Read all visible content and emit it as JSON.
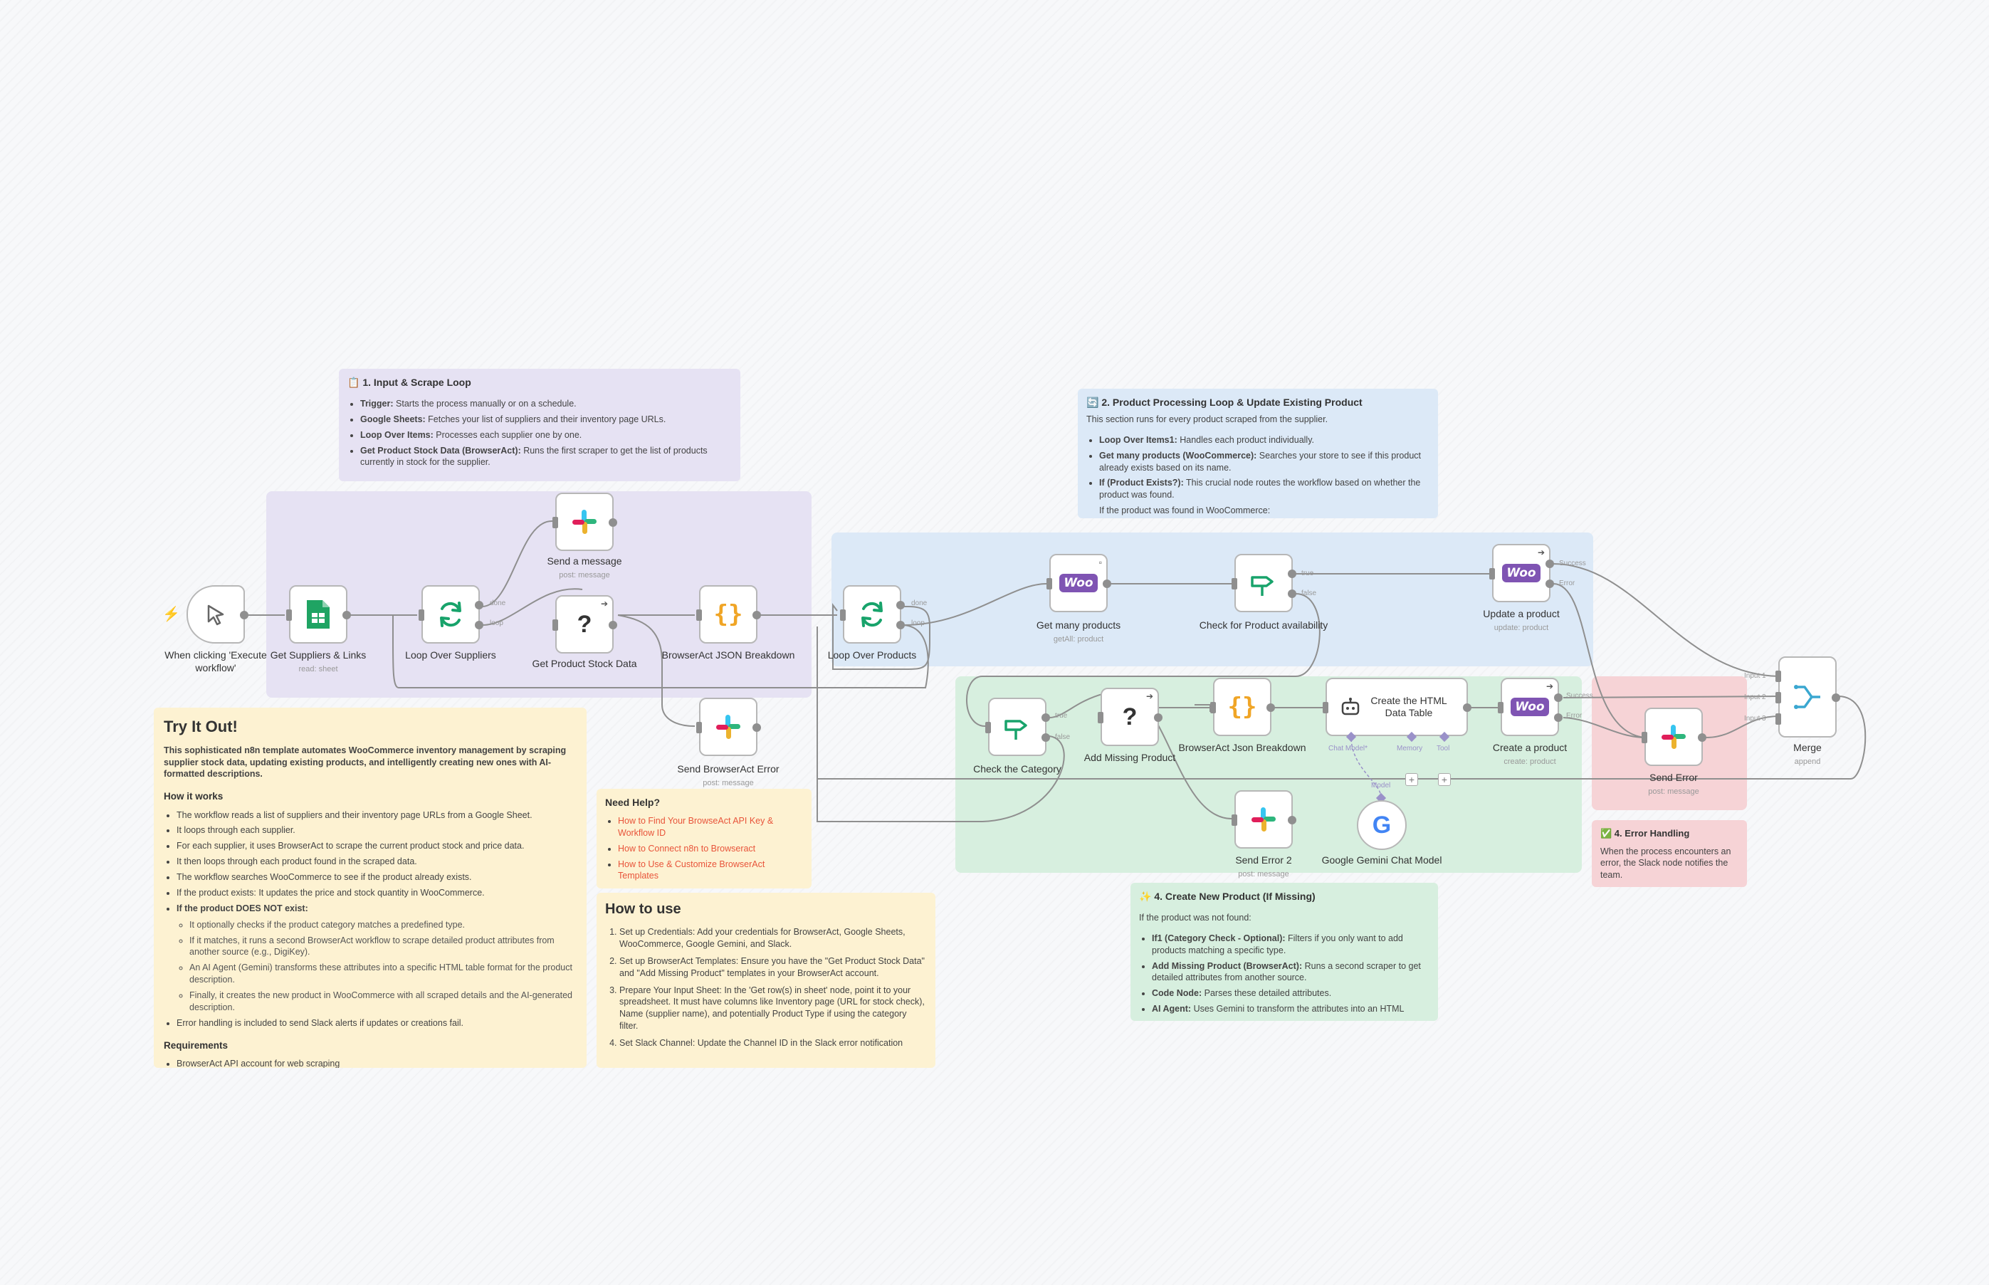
{
  "notes": {
    "input": {
      "title": "📋 1. Input & Scrape Loop",
      "items": [
        {
          "b": "Trigger:",
          "t": " Starts the process manually or on a schedule."
        },
        {
          "b": "Google Sheets:",
          "t": " Fetches your list of suppliers and their inventory page URLs."
        },
        {
          "b": "Loop Over Items:",
          "t": " Processes each supplier one by one."
        },
        {
          "b": "Get Product Stock Data (BrowserAct):",
          "t": " Runs the first scraper to get the list of products currently in stock for the supplier."
        }
      ]
    },
    "processing": {
      "title": "🔄 2. Product Processing Loop & Update Existing Product",
      "intro": "This section runs for every product scraped from the supplier.",
      "items": [
        {
          "b": "Loop Over Items1:",
          "t": " Handles each product individually."
        },
        {
          "b": "Get many products (WooCommerce):",
          "t": " Searches your store to see if this product already exists based on its name."
        },
        {
          "b": "If (Product Exists?):",
          "t": " This crucial node routes the workflow based on whether the product was found."
        }
      ],
      "tail": "If the product was found in WooCommerce:"
    },
    "try": {
      "title": "Try It Out!",
      "intro": "This sophisticated n8n template automates WooCommerce inventory management by scraping supplier stock data, updating existing products, and intelligently creating new ones with AI-formatted descriptions.",
      "how_title": "How it works",
      "how": [
        "The workflow reads a list of suppliers and their inventory page URLs from a Google Sheet.",
        "It loops through each supplier.",
        "For each supplier, it uses BrowserAct to scrape the current product stock and price data.",
        "It then loops through each product found in the scraped data.",
        "The workflow searches WooCommerce to see if the product already exists.",
        "If the product exists: It updates the price and stock quantity in WooCommerce.",
        "If the product DOES NOT exist:"
      ],
      "how_sub": [
        "It optionally checks if the product category matches a predefined type.",
        "If it matches, it runs a second BrowserAct workflow to scrape detailed product attributes from another source (e.g., DigiKey).",
        "An AI Agent (Gemini) transforms these attributes into a specific HTML table format for the product description.",
        "Finally, it creates the new product in WooCommerce with all scraped details and the AI-generated description."
      ],
      "how_last": "Error handling is included to send Slack alerts if updates or creations fail.",
      "req_title": "Requirements",
      "req": [
        "BrowserAct API account for web scraping"
      ]
    },
    "help": {
      "title": "Need Help?",
      "links": [
        "How to Find Your BrowseAct API Key & Workflow ID",
        "How to Connect n8n to Browseract",
        "How to Use & Customize BrowserAct Templates"
      ]
    },
    "howto": {
      "title": "How to use",
      "steps": [
        "Set up Credentials: Add your credentials for BrowserAct, Google Sheets, WooCommerce, Google Gemini, and Slack.",
        "Set up BrowserAct Templates: Ensure you have the \"Get Product Stock Data\" and \"Add Missing Product\" templates in your BrowserAct account.",
        "Prepare Your Input Sheet: In the 'Get row(s) in sheet' node, point it to your spreadsheet. It must have columns like Inventory page (URL for stock check), Name (supplier name), and potentially Product Type if using the category filter.",
        "Set Slack Channel: Update the Channel ID in the Slack error notification"
      ]
    },
    "create": {
      "title": "✨ 4. Create New Product (If Missing)",
      "intro": "If the product was not found:",
      "items": [
        {
          "b": "If1 (Category Check - Optional):",
          "t": " Filters if you only want to add products matching a specific type."
        },
        {
          "b": "Add Missing Product (BrowserAct):",
          "t": " Runs a second scraper to get detailed attributes from another source."
        },
        {
          "b": "Code Node:",
          "t": " Parses these detailed attributes."
        },
        {
          "b": "AI Agent:",
          "t": " Uses Gemini to transform the attributes into an HTML"
        }
      ]
    },
    "error": {
      "title": "✅ 4. Error Handling",
      "text": "When the process encounters an error, the Slack node notifies the team."
    }
  },
  "nodes": {
    "trigger": {
      "label": "When clicking 'Execute workflow'"
    },
    "sheets": {
      "label": "Get Suppliers & Links",
      "sub": "read: sheet"
    },
    "loop_suppliers": {
      "label": "Loop Over Suppliers",
      "p1": "done",
      "p2": "loop"
    },
    "send_message": {
      "label": "Send a message",
      "sub": "post: message"
    },
    "get_stock": {
      "label": "Get Product Stock Data"
    },
    "json_breakdown": {
      "label": "BrowserAct JSON Breakdown"
    },
    "send_ba_error": {
      "label": "Send BrowserAct Error",
      "sub": "post: message"
    },
    "loop_products": {
      "label": "Loop Over Products",
      "p1": "done",
      "p2": "loop"
    },
    "get_many": {
      "label": "Get many products",
      "sub": "getAll: product"
    },
    "check_avail": {
      "label": "Check for Product availability",
      "p1": "true",
      "p2": "false"
    },
    "update_product": {
      "label": "Update a product",
      "sub": "update: product",
      "p1": "Success",
      "p2": "Error"
    },
    "merge": {
      "label": "Merge",
      "sub": "append",
      "i1": "Input 1",
      "i2": "Input 2",
      "i3": "Input 3"
    },
    "send_error": {
      "label": "Send Error",
      "sub": "post: message"
    },
    "check_cat": {
      "label": "Check the Category",
      "p1": "true",
      "p2": "false"
    },
    "add_missing": {
      "label": "Add Missing Product"
    },
    "json_breakdown2": {
      "label": "BrowserAct Json Breakdown"
    },
    "html_table": {
      "label": "Create the HTML Data Table",
      "c1": "Chat Model*",
      "c2": "Memory",
      "c3": "Tool"
    },
    "create_product": {
      "label": "Create a product",
      "sub": "create: product",
      "p1": "Success",
      "p2": "Error"
    },
    "send_error2": {
      "label": "Send Error 2",
      "sub": "post: message"
    },
    "gemini": {
      "label": "Google Gemini Chat Model",
      "port": "Model",
      "glyph": "G"
    }
  },
  "icons": {
    "woo_text": "Woo",
    "question": "?",
    "braces": "{}"
  },
  "colors": {
    "group_purple": "#e6e2f3",
    "group_blue": "#dce9f7",
    "group_green": "#d7efdf",
    "group_red": "#f6d3d6",
    "note_yellow": "#fdf2d2",
    "link": "#e8543a",
    "woo": "#7f54b3",
    "sheets": "#1fa463",
    "loop": "#18a36b",
    "json": "#f0a526"
  }
}
